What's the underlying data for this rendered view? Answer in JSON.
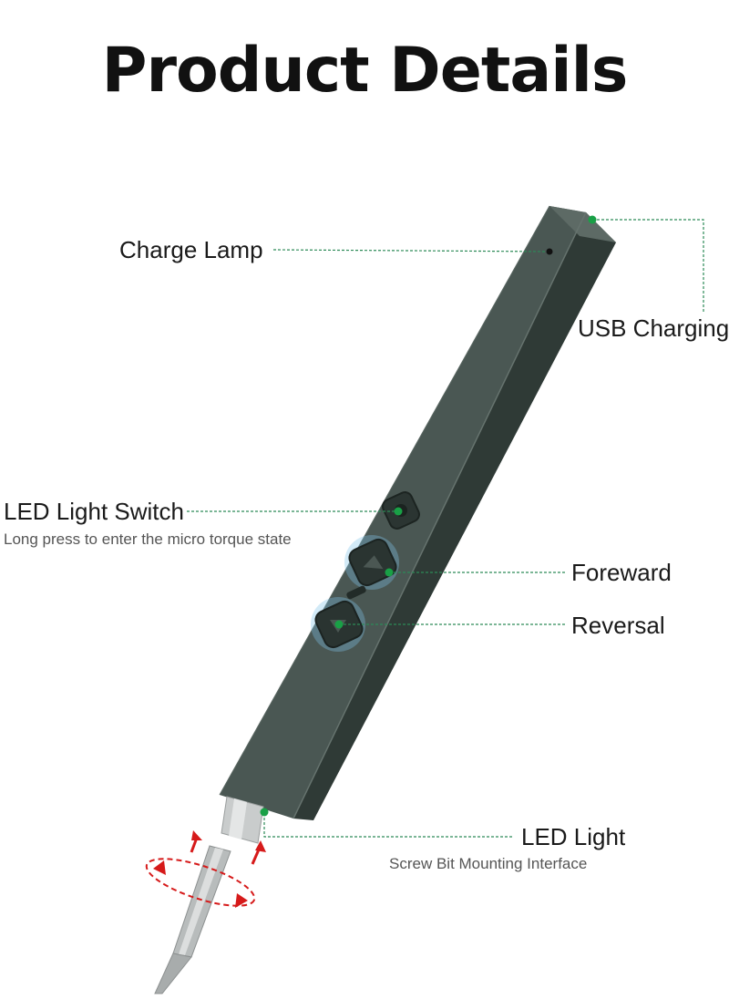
{
  "title": "Product Details",
  "labels": {
    "charge_lamp": "Charge Lamp",
    "usb_charging": "USB Charging",
    "led_switch": "LED Light Switch",
    "led_switch_note": "Long press to enter the micro torque state",
    "forward": "Foreward",
    "reversal": "Reversal",
    "led_light": "LED Light",
    "led_light_note": "Screw Bit Mounting Interface"
  },
  "colors": {
    "body": "#3d4a45",
    "body_dark": "#2c3733",
    "body_light": "#56625d",
    "leader": "#1e8a4a",
    "dot": "#19a046",
    "button_glow": "#5aa9d6",
    "arrow": "#d61a1a"
  }
}
